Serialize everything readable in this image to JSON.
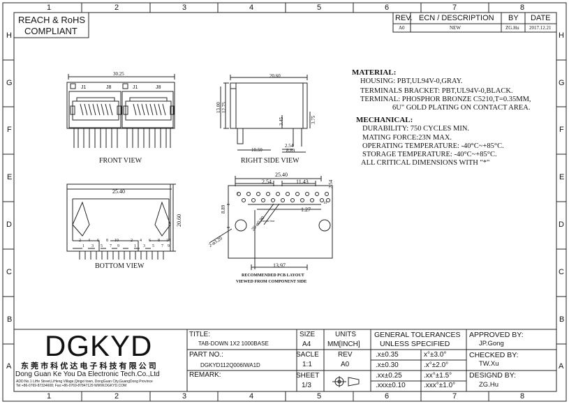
{
  "frame": {
    "cols": [
      "1",
      "2",
      "3",
      "4",
      "5",
      "6",
      "7",
      "8"
    ],
    "rows": [
      "H",
      "G",
      "F",
      "E",
      "D",
      "C",
      "B",
      "A"
    ]
  },
  "compliance": {
    "line1": "REACH & RoHS",
    "line2": "COMPLIANT"
  },
  "revision": {
    "headers": {
      "rev": "REV.",
      "ecn": "ECN / DESCRIPTION",
      "by": "BY",
      "date": "DATE"
    },
    "row": {
      "rev": "A0",
      "ecn": "NEW",
      "by": "ZG.Hu",
      "date": "2017.12.21"
    }
  },
  "views": {
    "front": "FRONT VIEW",
    "side": "RIGHT SIDE VIEW",
    "bottom": "BOTTOM VIEW",
    "pcb1": "RECOMMENDED PCB LAYOUT",
    "pcb2": "VIEWED FROM COMPONENT SIDE",
    "center_line": "Center line"
  },
  "dims": {
    "front_w": "30.25",
    "j1": "J1",
    "j8": "J8",
    "side_w": "20.60",
    "side_h1": "13.00",
    "side_h2": "12.75",
    "side_345": "3.45",
    "side_375": "3.75",
    "side_254": "2.54",
    "side_1050": "10.50",
    "side_889": "8.89",
    "bot_w": "25.40",
    "bot_h": "20.60",
    "pcb_w": "25.40",
    "pcb_254a": "2.54",
    "pcb_1143": "11.43",
    "pcb_254b": "2.54",
    "pcb_889": "8.89",
    "pcb_127": "1.27",
    "pcb_1397": "13.97",
    "pcb_d320": "2-ø3.20",
    "pcb_d090": "20-ø0.90",
    "pin_labels": [
      "2",
      "4",
      "6",
      "8",
      "10",
      "1",
      "3",
      "5",
      "7",
      "9"
    ]
  },
  "material": {
    "title": "MATERIAL:",
    "lines": [
      "HOUSING: PBT,UL94V-0,GRAY.",
      "TERMINALS BRACKET: PBT,UL94V-0,BLACK.",
      "TERMINAL: PHOSPHOR BRONZE C5210,T=0.35MM,",
      "6U\" GOLD PLATING ON CONTACT AREA."
    ]
  },
  "mechanical": {
    "title": "MECHANICAL:",
    "lines": [
      "DURABILITY: 750 CYCLES MIN.",
      "MATING FORCE:23N MAX.",
      "OPERATING TEMPERATURE: -40°C~+85°C.",
      "STORAGE TEMPERATURE: -40°C~+85°C.",
      "ALL CRITICAL DIMENSIONS WITH \"*\""
    ]
  },
  "company": {
    "logo": "DGKYD",
    "cn": "东 莞 市 科 优 达 电 子 科 技 有 限 公 司",
    "en": "Dong Guan Ke You Da Electronic Tech.Co.,Ltd",
    "addr1": "ADD:No.1 LiHe Street,LiHeng Village,Qingxi town, DongGuan City,GuangDong Province",
    "addr2": "Tel:+86-0769-87334608; Fax:+86-0769-87847129  WWW.DGKYD.COM"
  },
  "titleblock": {
    "title_label": "TITLE:",
    "title_value": "TAB-DOWN 1X2 1000BASE",
    "part_label": "PART NO.:",
    "part_value": "DGKYD112Q006IWA1D",
    "remark_label": "REMARK:",
    "size_label": "SIZE",
    "size_value": "A4",
    "units_label": "UNITS",
    "units_value": "MM[INCH]",
    "scale_label": "SACLE",
    "scale_value": "1:1",
    "rev_label": "REV",
    "rev_value": "A0",
    "sheet_label": "SHEET",
    "sheet_value": "1/3",
    "gt_title1": "GENERAL TOLERANCES",
    "gt_title2": "UNLESS SPECIFIED",
    "gt": [
      [
        ".x±0.35",
        "x°±3.0°"
      ],
      [
        ".x±0.30",
        ".x°±2.0°"
      ],
      [
        ".xx±0.25",
        ".xx°±1.5°"
      ],
      [
        ".xxx±0.10",
        ".xxx°±1.0°"
      ]
    ],
    "approved_label": "APPROVED BY:",
    "approved_value": "JP.Gong",
    "checked_label": "CHECKED BY:",
    "checked_value": "TW.Xu",
    "design_label": "DESIGND BY:",
    "design_value": "ZG.Hu"
  }
}
